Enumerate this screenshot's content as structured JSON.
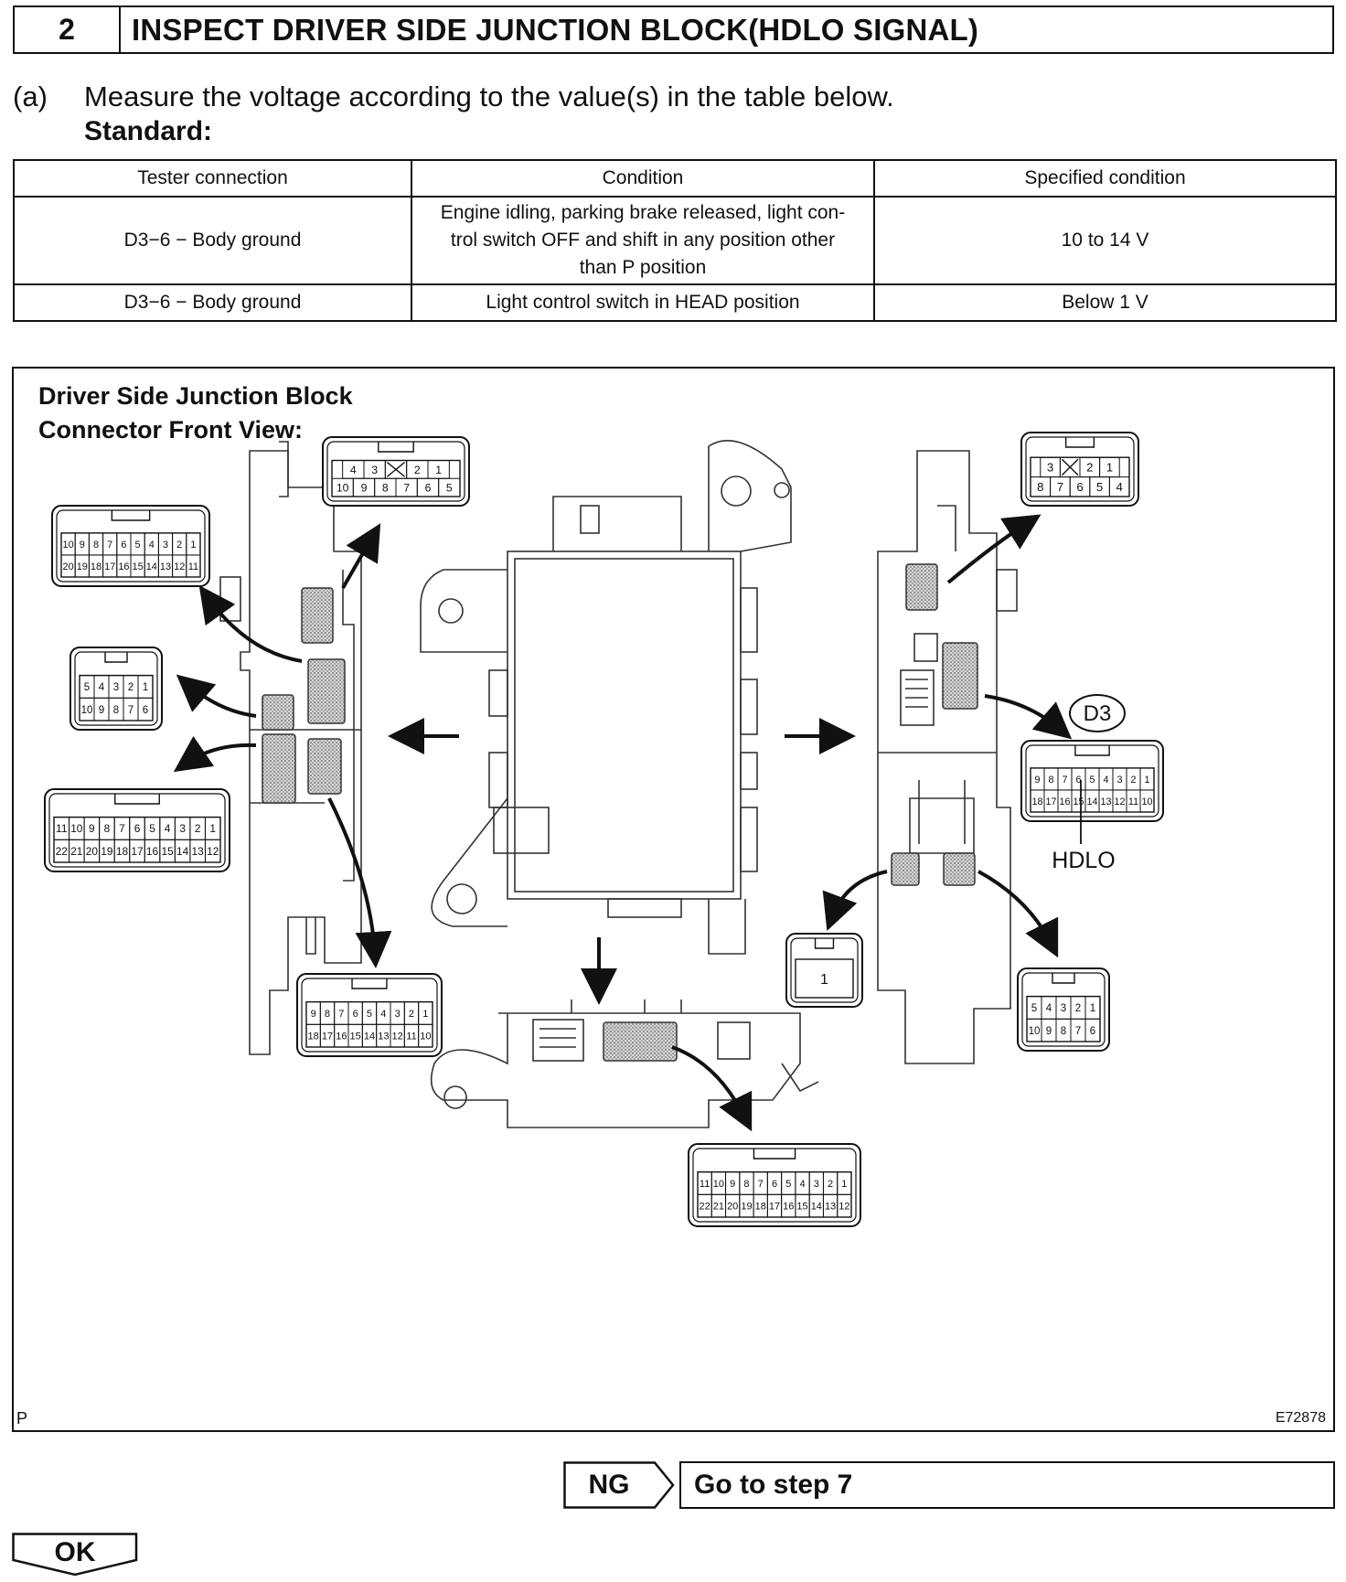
{
  "step": {
    "number": "2",
    "title": "INSPECT DRIVER SIDE JUNCTION BLOCK(HDLO SIGNAL)"
  },
  "instruction": {
    "marker": "(a)",
    "text": "Measure the voltage according to the value(s) in the table below.",
    "standard_label": "Standard:"
  },
  "table": {
    "headers": [
      "Tester connection",
      "Condition",
      "Specified condition"
    ],
    "rows": [
      [
        "D3−6 − Body ground",
        "Engine idling, parking brake released, light con-trol switch OFF and shift in any position other than P position",
        "10 to 14 V"
      ],
      [
        "D3−6 − Body ground",
        "Light control switch in HEAD position",
        "Below 1 V"
      ]
    ]
  },
  "figure": {
    "title_line1": "Driver Side Junction Block",
    "title_line2": "Connector Front View:",
    "corner_left": "P",
    "corner_right": "E72878",
    "connector_id": "D3",
    "pin_label": "HDLO",
    "connectors": {
      "top_center": {
        "top": [
          "4",
          "3",
          "",
          "2",
          "1"
        ],
        "bottom": [
          "10",
          "9",
          "8",
          "7",
          "6",
          "5"
        ]
      },
      "top_left": {
        "top": [
          "10",
          "9",
          "8",
          "7",
          "6",
          "5",
          "4",
          "3",
          "2",
          "1"
        ],
        "bottom": [
          "20",
          "19",
          "18",
          "17",
          "16",
          "15",
          "14",
          "13",
          "12",
          "11"
        ]
      },
      "mid_left": {
        "top": [
          "5",
          "4",
          "3",
          "2",
          "1"
        ],
        "bottom": [
          "10",
          "9",
          "8",
          "7",
          "6"
        ]
      },
      "low_left": {
        "top": [
          "11",
          "10",
          "9",
          "8",
          "7",
          "6",
          "5",
          "4",
          "3",
          "2",
          "1"
        ],
        "bottom": [
          "22",
          "21",
          "20",
          "19",
          "18",
          "17",
          "16",
          "15",
          "14",
          "13",
          "12"
        ]
      },
      "bottom_mid": {
        "top": [
          "9",
          "8",
          "7",
          "6",
          "5",
          "4",
          "3",
          "2",
          "1"
        ],
        "bottom": [
          "18",
          "17",
          "16",
          "15",
          "14",
          "13",
          "12",
          "11",
          "10"
        ]
      },
      "bottom_center": {
        "top": [
          "11",
          "10",
          "9",
          "8",
          "7",
          "6",
          "5",
          "4",
          "3",
          "2",
          "1"
        ],
        "bottom": [
          "22",
          "21",
          "20",
          "19",
          "18",
          "17",
          "16",
          "15",
          "14",
          "13",
          "12"
        ]
      },
      "top_right": {
        "top": [
          "3",
          "",
          "2",
          "1"
        ],
        "bottom": [
          "8",
          "7",
          "6",
          "5",
          "4"
        ]
      },
      "d3": {
        "top": [
          "9",
          "8",
          "7",
          "6",
          "5",
          "4",
          "3",
          "2",
          "1"
        ],
        "bottom": [
          "18",
          "17",
          "16",
          "15",
          "14",
          "13",
          "12",
          "11",
          "10"
        ]
      },
      "single": {
        "top": [
          "1"
        ]
      },
      "bottom_right": {
        "top": [
          "5",
          "4",
          "3",
          "2",
          "1"
        ],
        "bottom": [
          "10",
          "9",
          "8",
          "7",
          "6"
        ]
      }
    }
  },
  "result": {
    "ng_label": "NG",
    "ng_action": "Go to step 7",
    "ok_label": "OK"
  }
}
